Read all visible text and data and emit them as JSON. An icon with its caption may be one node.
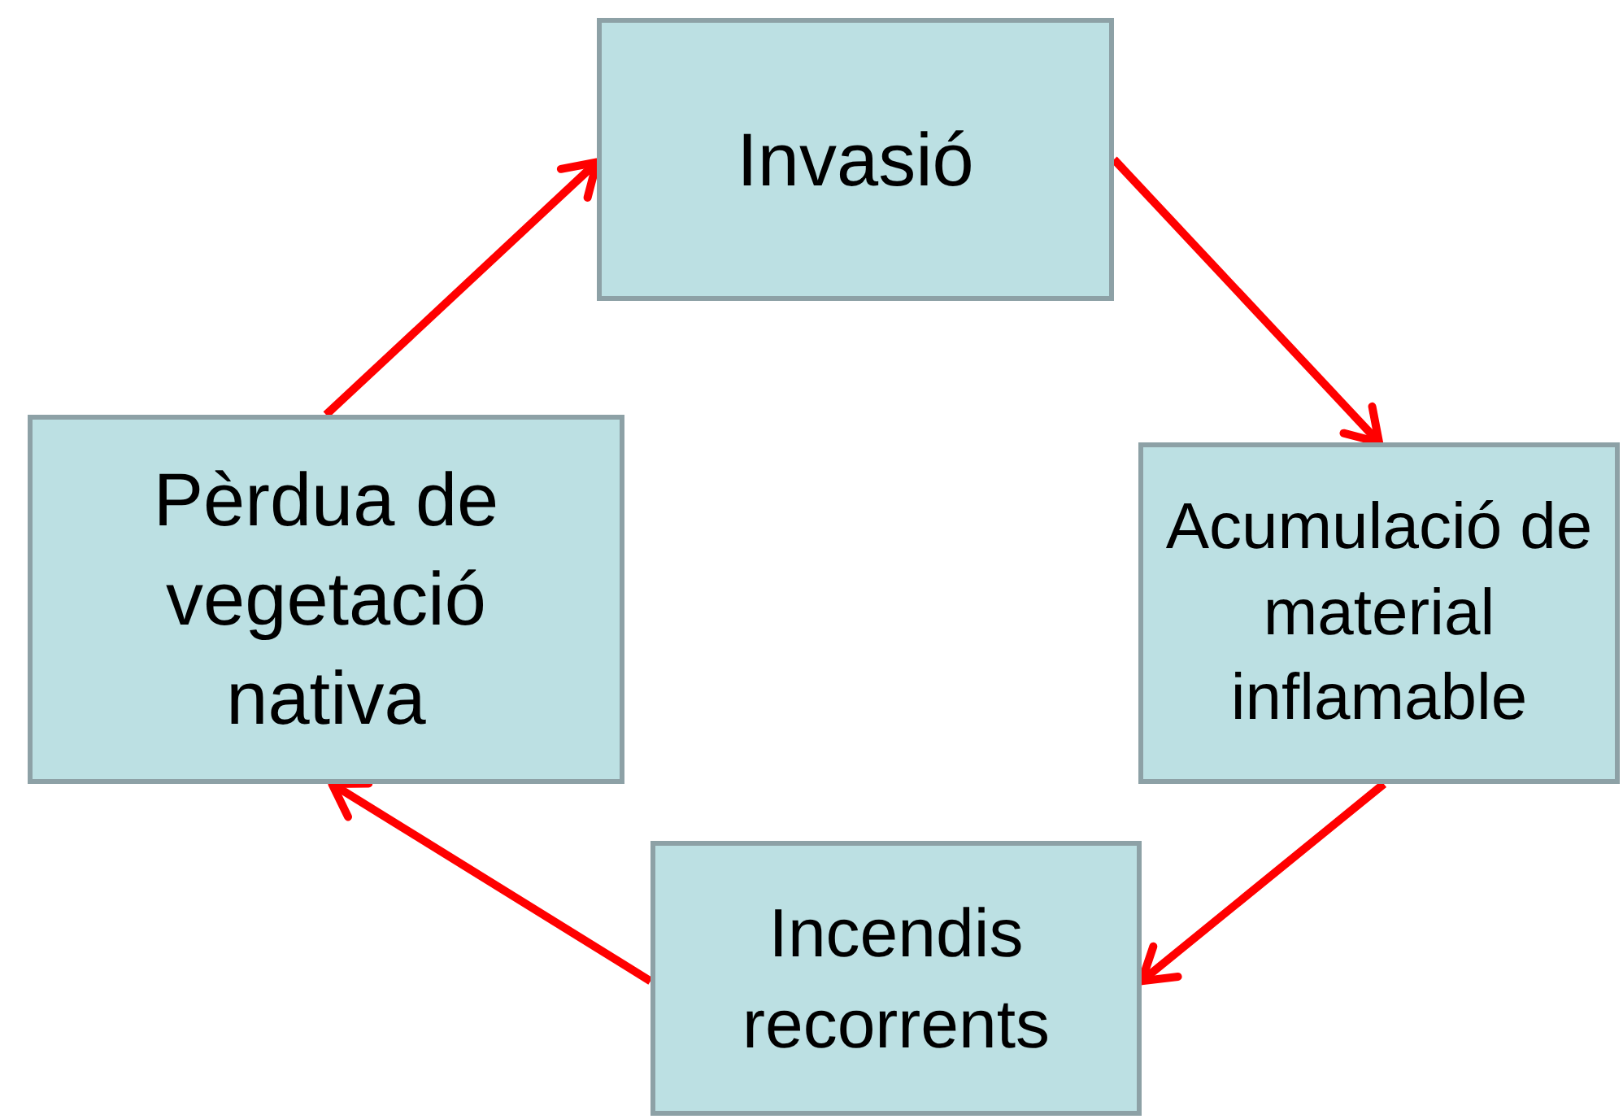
{
  "diagram": {
    "nodes": [
      {
        "text": [
          "Invasió"
        ]
      },
      {
        "text": [
          "Acumulació de material inflamable"
        ]
      },
      {
        "text": [
          "Incendis recorrents"
        ]
      },
      {
        "text": [
          "Pèrdua de vegetació nativa"
        ]
      }
    ],
    "edges": [
      {
        "from": 3,
        "to": 0,
        "arrow": "to"
      },
      {
        "from": 0,
        "to": 1,
        "arrow": "to"
      },
      {
        "from": 1,
        "to": 2,
        "arrow": "to"
      },
      {
        "from": 2,
        "to": 3,
        "arrow": "to"
      }
    ]
  }
}
